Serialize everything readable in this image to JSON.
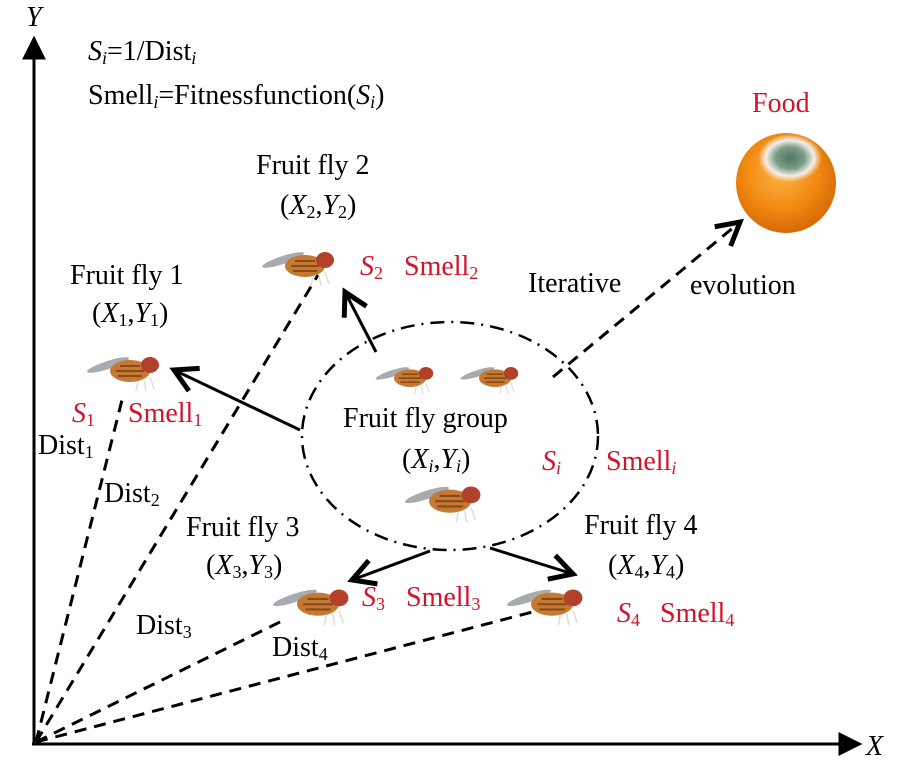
{
  "axes": {
    "x_label": "X",
    "y_label": "Y"
  },
  "formulas": {
    "line1": {
      "s": "S",
      "i": "i",
      "eq": "=1/Dist",
      "i2": "i"
    },
    "line2": {
      "smell": "Smell",
      "i": "i",
      "eq": "=Fitnessfunction(",
      "s": "S",
      "i2": "i",
      "close": ")"
    }
  },
  "food": {
    "label": "Food",
    "color": "#d0142c"
  },
  "iteration": {
    "left": "Iterative",
    "right": "evolution"
  },
  "group": {
    "title": "Fruit fly group",
    "coord_open": "(",
    "x": "X",
    "y": "Y",
    "sub": "i",
    "comma": ",",
    "coord_close": ")",
    "s": "S",
    "smell": "Smell",
    "s_sub": "i"
  },
  "flies": [
    {
      "title": "Fruit fly 1",
      "sub": "1",
      "s": "S",
      "smell": "Smell",
      "dist": "Dist"
    },
    {
      "title": "Fruit fly 2",
      "sub": "2",
      "s": "S",
      "smell": "Smell",
      "dist": "Dist"
    },
    {
      "title": "Fruit fly 3",
      "sub": "3",
      "s": "S",
      "smell": "Smell",
      "dist": "Dist"
    },
    {
      "title": "Fruit fly 4",
      "sub": "4",
      "s": "S",
      "smell": "Smell",
      "dist": "Dist"
    }
  ],
  "colors": {
    "highlight": "#d0142c",
    "line": "#000000",
    "food": "#f08a18"
  }
}
